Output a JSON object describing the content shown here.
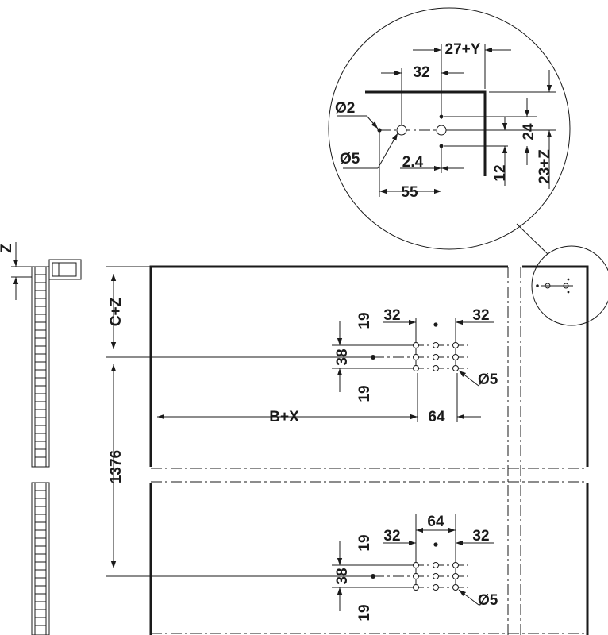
{
  "colors": {
    "ink": "#1a1a1a",
    "paper": "#ffffff"
  },
  "dimensions": {
    "z": "Z",
    "c_plus_z": "C+Z",
    "total_height": "1376",
    "b_plus_x": "B+X",
    "pitch_64_upper": "64",
    "pitch_64_lower": "64",
    "pitch_32_left_upper": "32",
    "pitch_32_right_upper": "32",
    "pitch_32_left_lower": "32",
    "pitch_32_right_lower": "32",
    "v_19_top_upper": "19",
    "v_38_upper": "38",
    "v_19_bottom_upper": "19",
    "v_19_top_lower": "19",
    "v_38_lower": "38",
    "v_19_bottom_lower": "19",
    "hole_d5_upper": "Ø5",
    "hole_d5_lower": "Ø5"
  },
  "detail": {
    "d27_plus_y": "27+Y",
    "d32": "32",
    "d2": "Ø2",
    "d5": "Ø5",
    "d2_4": "2.4",
    "d55": "55",
    "d24": "24",
    "d12": "12",
    "d23_plus_z": "23+Z"
  }
}
